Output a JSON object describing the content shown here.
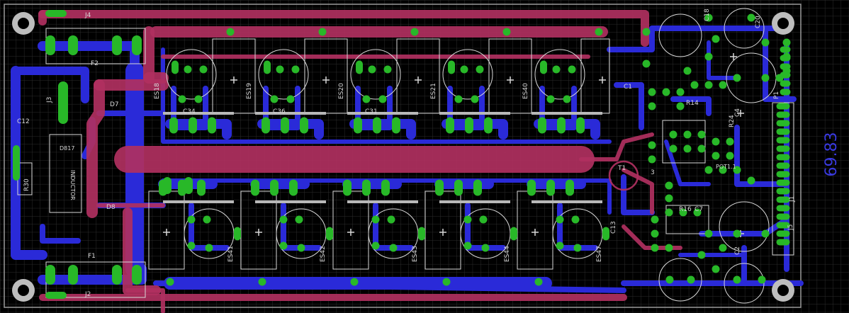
{
  "window": {
    "title": ""
  },
  "board": {
    "dimension_label": "69.83",
    "colors": {
      "background": "#000000",
      "grid": "#2c2c2c",
      "top_copper": "#b03060",
      "bottom_copper": "#2a2ad8",
      "pad": "#28b828",
      "silkscreen": "#d8d8d8",
      "dimension": "#3a3ae0"
    },
    "labels": {
      "j4": "J4",
      "f2": "F2",
      "f1": "F1",
      "j2": "J2",
      "j3": "J3",
      "j1": "J1",
      "j5": "J5",
      "c12": "C12",
      "c13": "C13",
      "c1": "C1",
      "c2": "C2",
      "c4": "C4",
      "c7": "C7",
      "c18": "C18",
      "c20": "C20",
      "c31": "C31",
      "c34": "C34",
      "c36": "C36",
      "d7": "D7",
      "d8": "D8",
      "t1": "T1",
      "r14": "R14",
      "r16": "R16",
      "r24": "R24",
      "r30": "R30",
      "p1": "P1",
      "pot": "POT1.1",
      "inductor": "INDUCTOR",
      "d817": "D817",
      "es18": "ES18",
      "es19": "ES19",
      "es20": "ES20",
      "es21": "ES21",
      "es40": "ES40",
      "es41": "ES41",
      "es42": "ES42",
      "es43": "ES43",
      "es44": "ES44",
      "es47": "ES47",
      "num3": "3"
    }
  }
}
